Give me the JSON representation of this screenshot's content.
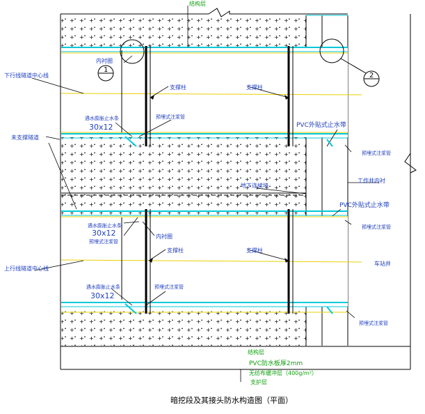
{
  "title": "暗挖段及其接头防水构造图（平面）",
  "labels": {
    "top_protect": "结构层",
    "inner_lining_top": "内衬圈",
    "circle1": "1",
    "circle2": "2",
    "lower_line_center": "下行线隧道中心线",
    "support_col_1": "支撑柱",
    "support_col_2": "支撑柱",
    "waterstop_top": "遇水膨胀止水条",
    "size_top": "30x12",
    "grout_pipe_top": "预埋式注浆管",
    "pvc_stop_top": "PVC外贴式止水带",
    "grout_pipe_right_top": "预埋式注浆管",
    "unfinished_wall": "未支撑隧道",
    "well_inner": "工作井内衬",
    "diaphragm_wall": "地下连续墙",
    "pvc_stop_mid": "PVC外贴式止水带",
    "waterstop_mid": "遇水膨胀止水条",
    "size_mid": "30x12",
    "grout_pipe_mid": "预埋式注浆管",
    "inner_lining_mid": "内衬圈",
    "grout_pipe_right_mid": "预埋式注浆管",
    "support_col_3": "支撑柱",
    "support_col_4": "支撑柱",
    "upper_line_center": "上行线隧道中心线",
    "station_well": "车站井",
    "waterstop_bot": "遇水膨胀止水条",
    "size_bot": "30x12",
    "grout_pipe_bot": "预埋式注浆管",
    "grout_pipe_right_bot": "预埋式注浆管",
    "legend_structure": "结构层",
    "legend_pvc": "PVC防水板厚2mm",
    "legend_geotextile": "无纺布缓冲层（400g/m²）",
    "legend_support": "支护层"
  },
  "colors": {
    "line": "#000000",
    "cyan": "#00c8d8",
    "yellow": "#e8d000",
    "blue": "#2040c0",
    "label_green": "#10a010",
    "hatch": "#000000"
  }
}
